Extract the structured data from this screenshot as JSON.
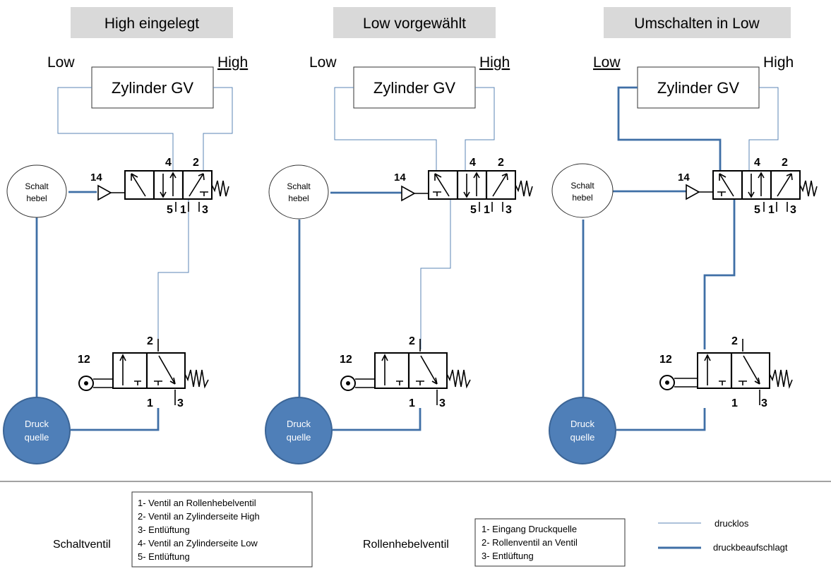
{
  "panels": [
    {
      "title": "High eingelegt",
      "low": "Low",
      "high": "High",
      "active_side": "high",
      "cylinder": "Zylinder GV",
      "lever": [
        "Schalt",
        "hebel"
      ],
      "source": [
        "Druck",
        "quelle"
      ]
    },
    {
      "title": "Low vorgewählt",
      "low": "Low",
      "high": "High",
      "active_side": "high",
      "cylinder": "Zylinder GV",
      "lever": [
        "Schalt",
        "hebel"
      ],
      "source": [
        "Druck",
        "quelle"
      ]
    },
    {
      "title": "Umschalten in Low",
      "low": "Low",
      "high": "High",
      "active_side": "low",
      "cylinder": "Zylinder GV",
      "lever": [
        "Schalt",
        "hebel"
      ],
      "source": [
        "Druck",
        "quelle"
      ]
    }
  ],
  "ports": {
    "p14": "14",
    "p12": "12",
    "p4": "4",
    "p2": "2",
    "p5": "5",
    "p1": "1",
    "p3": "3"
  },
  "legend": {
    "schaltventil": {
      "label": "Schaltventil",
      "items": [
        "1- Ventil an Rollenhebelventil",
        "2- Ventil an Zylinderseite High",
        "3- Entlüftung",
        "4- Ventil an Zylinderseite Low",
        "5- Entlüftung"
      ]
    },
    "rollenhebelventil": {
      "label": "Rollenhebelventil",
      "items": [
        "1- Eingang Druckquelle",
        "2- Rollenventil an Ventil",
        "3- Entlüftung"
      ]
    },
    "lines": {
      "thin": "drucklos",
      "thick": "druckbeaufschlagt"
    }
  },
  "colors": {
    "banner": "#d9d9d9",
    "source": "#4f7fb8",
    "line": "#3f6fa6",
    "line_thin": "#5b86b5"
  }
}
